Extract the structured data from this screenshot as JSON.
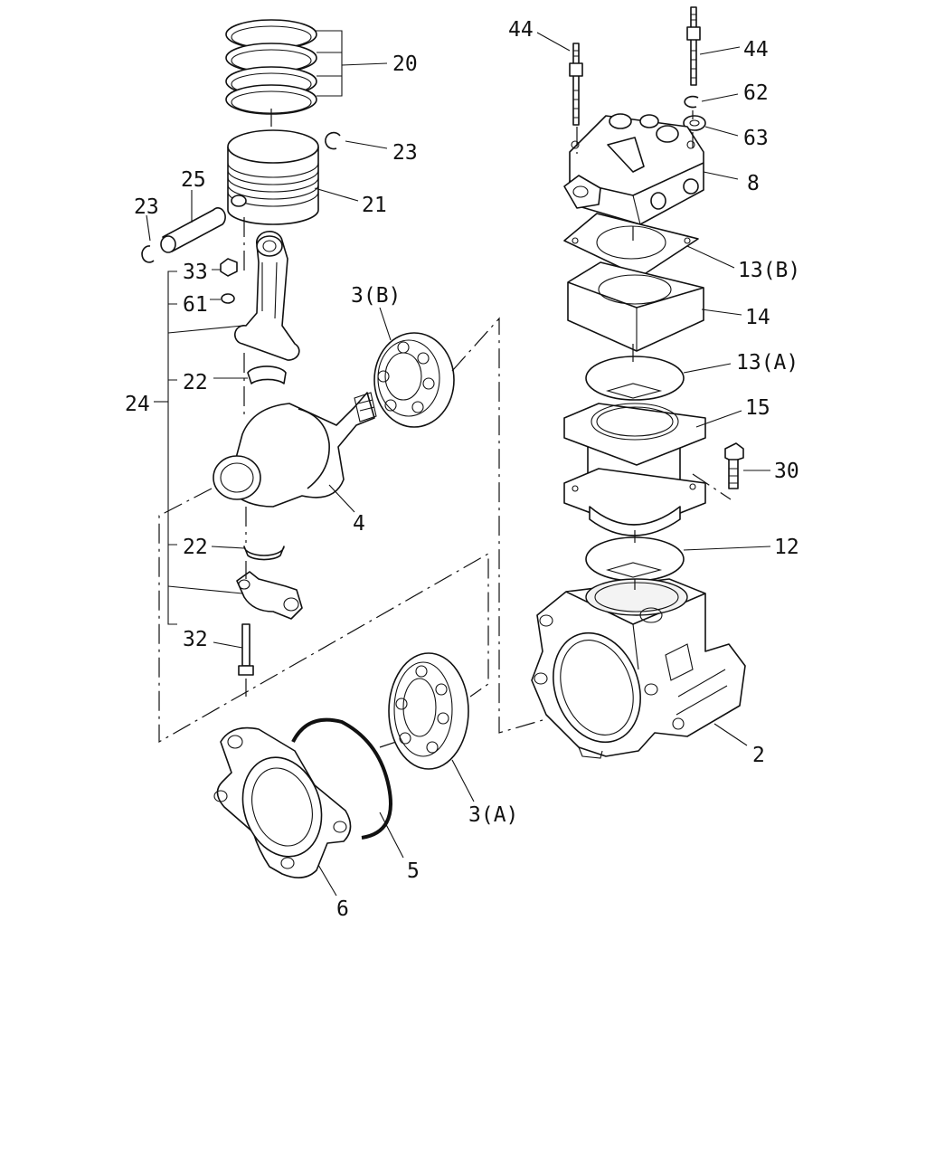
{
  "callouts": [
    {
      "id": "c20",
      "text": "20"
    },
    {
      "id": "c23a",
      "text": "23"
    },
    {
      "id": "c21",
      "text": "21"
    },
    {
      "id": "c25",
      "text": "25"
    },
    {
      "id": "c23b",
      "text": "23"
    },
    {
      "id": "c33",
      "text": "33"
    },
    {
      "id": "c61",
      "text": "61"
    },
    {
      "id": "c22a",
      "text": "22"
    },
    {
      "id": "c24",
      "text": "24"
    },
    {
      "id": "c3b",
      "text": "3(B)"
    },
    {
      "id": "c4",
      "text": "4"
    },
    {
      "id": "c22b",
      "text": "22"
    },
    {
      "id": "c32",
      "text": "32"
    },
    {
      "id": "c3a",
      "text": "3(A)"
    },
    {
      "id": "c5",
      "text": "5"
    },
    {
      "id": "c6",
      "text": "6"
    },
    {
      "id": "c44a",
      "text": "44"
    },
    {
      "id": "c44b",
      "text": "44"
    },
    {
      "id": "c62",
      "text": "62"
    },
    {
      "id": "c63",
      "text": "63"
    },
    {
      "id": "c8",
      "text": "8"
    },
    {
      "id": "c13b",
      "text": "13(B)"
    },
    {
      "id": "c14",
      "text": "14"
    },
    {
      "id": "c13a",
      "text": "13(A)"
    },
    {
      "id": "c15",
      "text": "15"
    },
    {
      "id": "c30",
      "text": "30"
    },
    {
      "id": "c12",
      "text": "12"
    },
    {
      "id": "c2",
      "text": "2"
    }
  ]
}
